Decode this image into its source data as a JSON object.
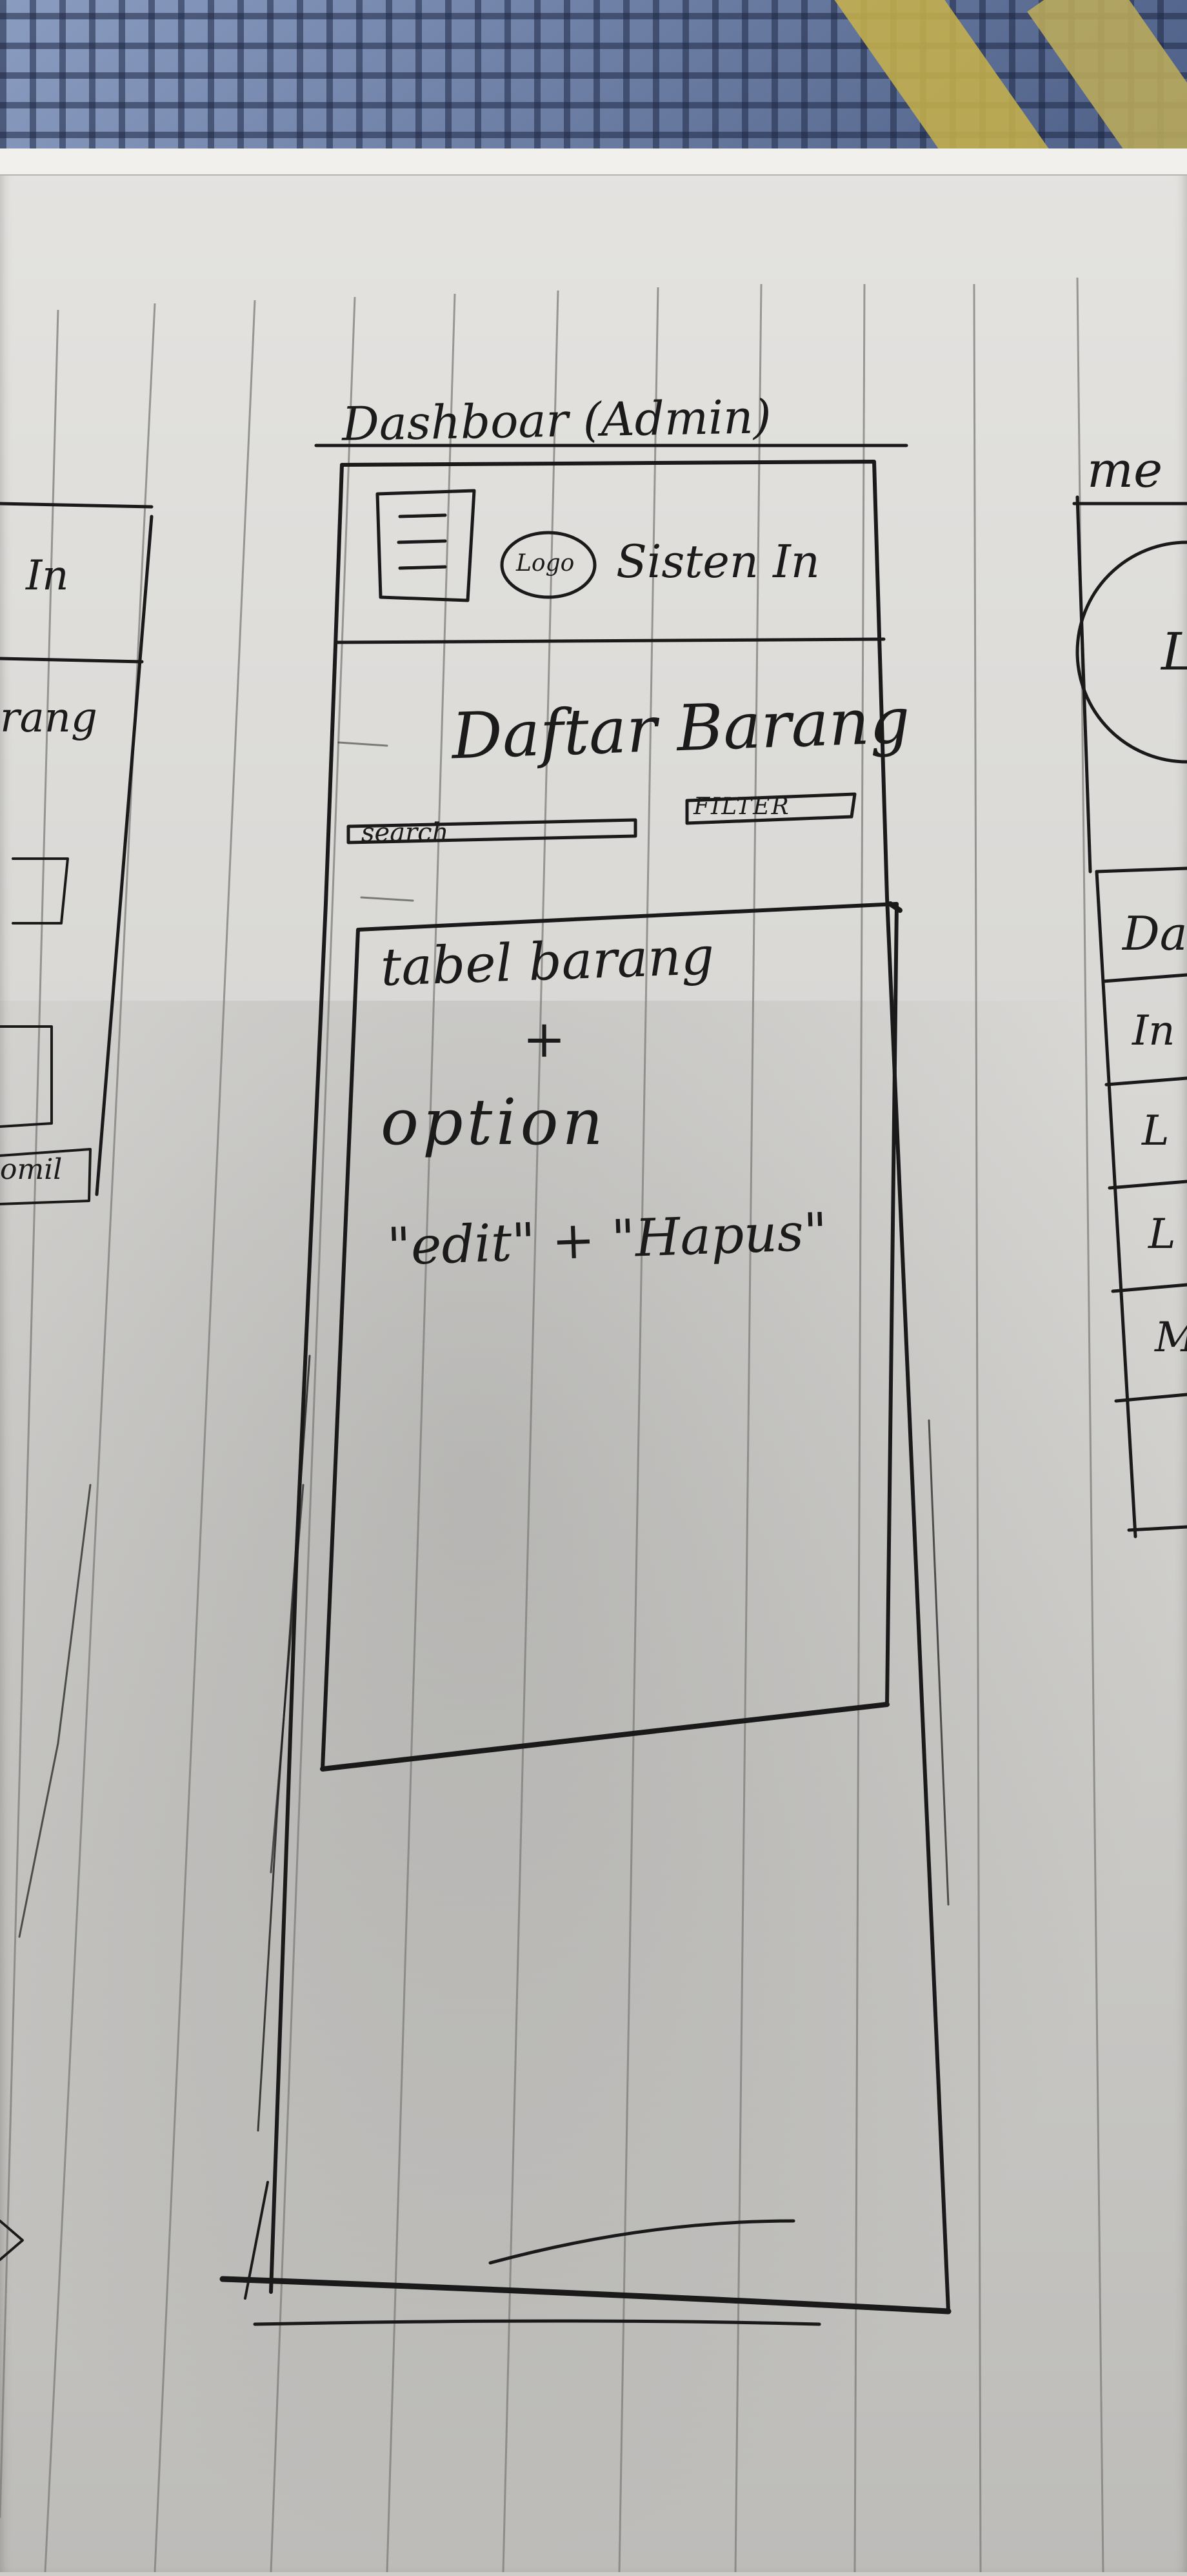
{
  "center_screen": {
    "title": "Dashboar (Admin)",
    "header": {
      "menu_icon": "hamburger-menu-icon",
      "logo_label": "Logo",
      "app_name": "Sisten In"
    },
    "page_heading": "Daftar Barang",
    "search_label": "search",
    "filter_label": "filter",
    "table_note_line1": "tabel barang",
    "table_note_plus": "+",
    "table_note_line2": "option",
    "table_note_line3": "\"edit\" + \"Hapus\""
  },
  "left_screen": {
    "header_partial": "In",
    "heading_partial": "rang",
    "button_partial": "omil"
  },
  "right_screen": {
    "title_partial": "me",
    "avatar_partial": "L",
    "rows_partial": [
      "Da",
      "In",
      "L",
      "L",
      "M"
    ]
  }
}
